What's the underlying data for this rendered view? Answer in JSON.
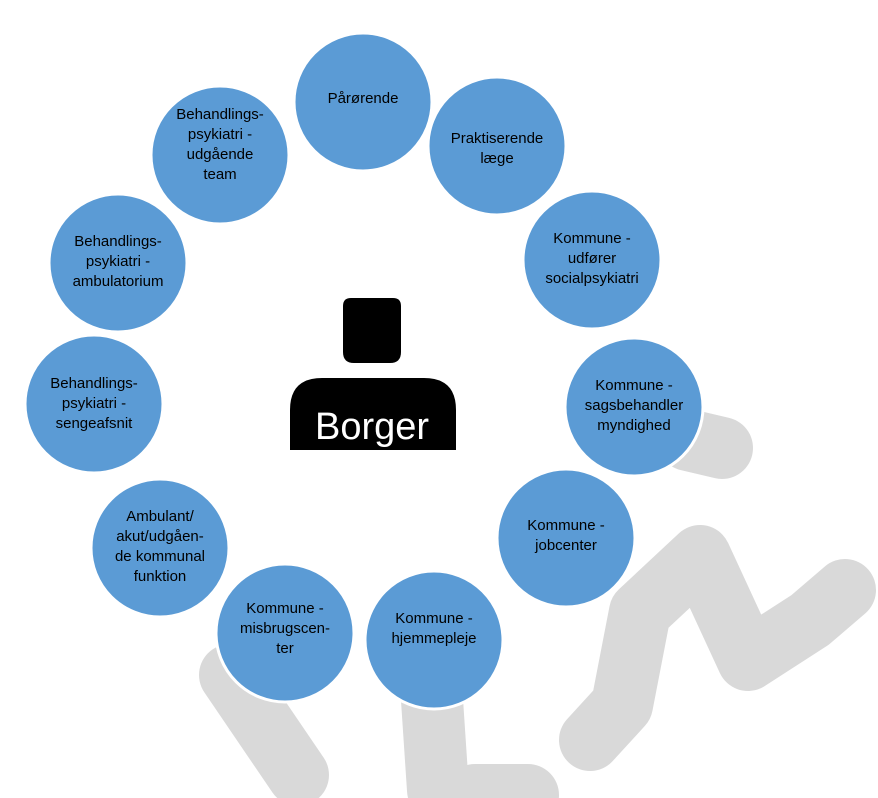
{
  "diagram": {
    "center": {
      "label": "Borger",
      "icon": "person-icon"
    },
    "nodes": [
      {
        "id": "paaroerende",
        "lines": [
          "Pårørende"
        ]
      },
      {
        "id": "praktiserende-laege",
        "lines": [
          "Praktiserende",
          "læge"
        ]
      },
      {
        "id": "kommune-socialpsykiatri",
        "lines": [
          "Kommune -",
          "udfører",
          "socialpsykiatri"
        ]
      },
      {
        "id": "kommune-sagsbehandler",
        "lines": [
          "Kommune -",
          "sagsbehandler",
          "myndighed"
        ]
      },
      {
        "id": "kommune-jobcenter",
        "lines": [
          "Kommune -",
          "jobcenter"
        ]
      },
      {
        "id": "kommune-hjemmepleje",
        "lines": [
          "Kommune -",
          "hjemmepleje"
        ]
      },
      {
        "id": "kommune-misbrugscenter",
        "lines": [
          "Kommune -",
          "misbrugscen-",
          "ter"
        ]
      },
      {
        "id": "ambulant-funktion",
        "lines": [
          "Ambulant/",
          "akut/udgåen-",
          "de kommunal",
          "funktion"
        ]
      },
      {
        "id": "behandlingspsykiatri-sengeafsnit",
        "lines": [
          "Behandlings-",
          "psykiatri -",
          "sengeafsnit"
        ]
      },
      {
        "id": "behandlingspsykiatri-ambulatorium",
        "lines": [
          "Behandlings-",
          "psykiatri -",
          "ambulatorium"
        ]
      },
      {
        "id": "behandlingspsykiatri-team",
        "lines": [
          "Behandlings-",
          "psykiatri -",
          "udgående",
          "team"
        ]
      }
    ],
    "colors": {
      "node_fill": "#5b9bd5",
      "node_stroke": "#ffffff",
      "center_icon": "#000000",
      "watermark": "#d9d9d9"
    }
  }
}
